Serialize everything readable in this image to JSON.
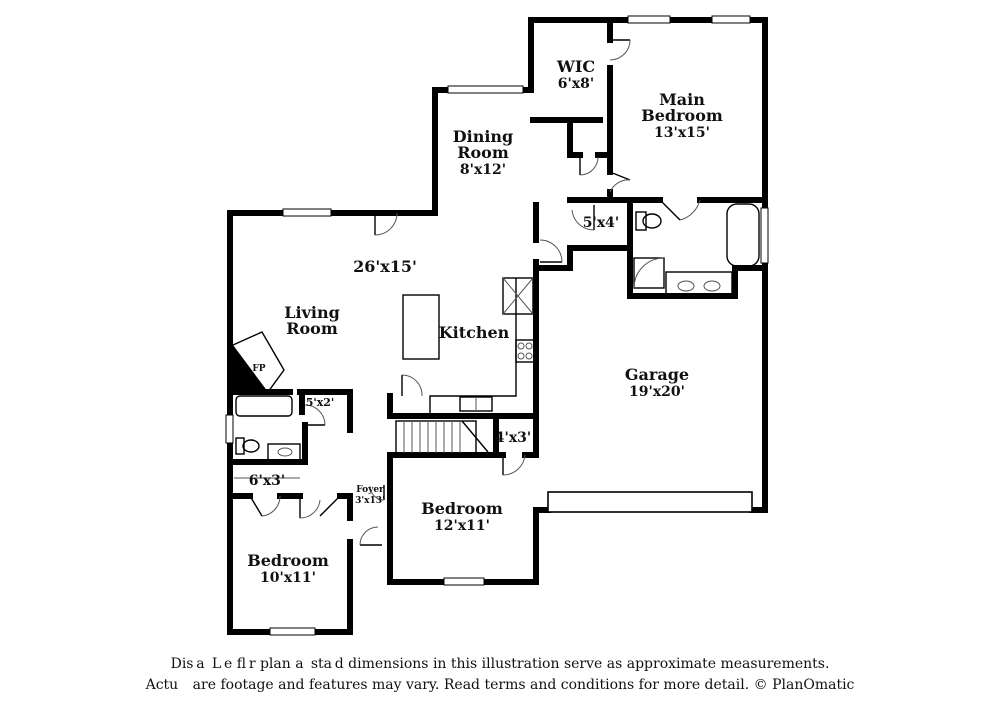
{
  "rooms": {
    "wic": {
      "name": "WIC",
      "dims": "6'x8'"
    },
    "main_bedroom": {
      "name_line1": "Main",
      "name_line2": "Bedroom",
      "dims": "13'x15'"
    },
    "dining_room": {
      "name_line1": "Dining",
      "name_line2": "Room",
      "dims": "8'x12'"
    },
    "main_bath": {
      "dims": "5'x4'"
    },
    "great_room": {
      "dims": "26'x15'"
    },
    "living_room": {
      "name_line1": "Living",
      "name_line2": "Room"
    },
    "kitchen": {
      "name": "Kitchen"
    },
    "fireplace": {
      "label": "FP"
    },
    "hall_bath": {
      "dims": "5'x2'"
    },
    "garage": {
      "name": "Garage",
      "dims": "19'x20'"
    },
    "closet_hall": {
      "dims": "4'x3'"
    },
    "closet_bed": {
      "dims": "6'x3'"
    },
    "foyer": {
      "name": "Foyer",
      "dims": "3'x13'"
    },
    "bedroom_center": {
      "name": "Bedroom",
      "dims": "12'x11'"
    },
    "bedroom_left": {
      "name": "Bedroom",
      "dims": "10'x11'"
    }
  },
  "disclaimer": {
    "line1": "Dis a    L e fl r plan a  sta d dimensions in this illustration serve as approximate measurements.",
    "line2": "Actu    are footage and features may vary. Read terms and conditions for more detail. © PlanOmatic"
  }
}
